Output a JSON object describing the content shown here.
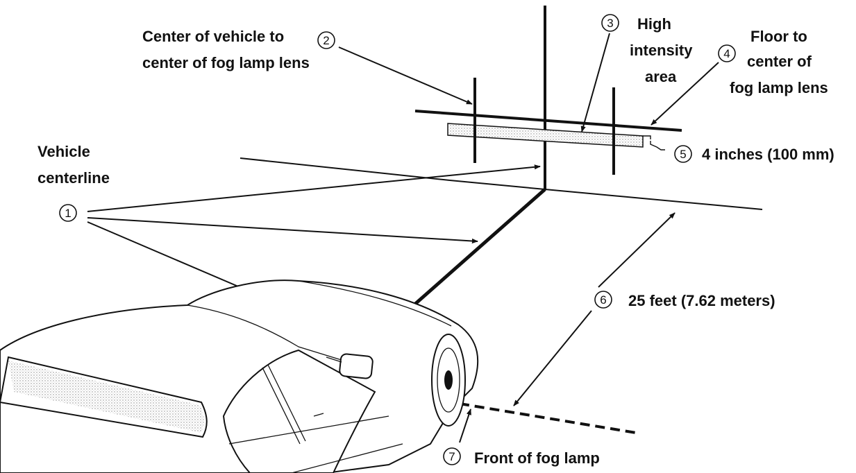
{
  "labels": {
    "center_vehicle_line1": "Center of vehicle to",
    "center_vehicle_line2": "center of fog lamp lens",
    "high_line1": "High",
    "high_line2": "intensity",
    "high_line3": "area",
    "floor_line1": "Floor to",
    "floor_line2": "center of",
    "floor_line3": "fog lamp lens",
    "vehicle_line1": "Vehicle",
    "vehicle_line2": "centerline",
    "four_inches": "4 inches (100 mm)",
    "twenty_five_feet": "25 feet (7.62 meters)",
    "front_fog_lamp": "Front of fog lamp"
  },
  "callouts": {
    "c1": "1",
    "c2": "2",
    "c3": "3",
    "c4": "4",
    "c5": "5",
    "c6": "6",
    "c7": "7"
  },
  "colors": {
    "ink": "#111111",
    "hatch": "#e6e6e6"
  }
}
